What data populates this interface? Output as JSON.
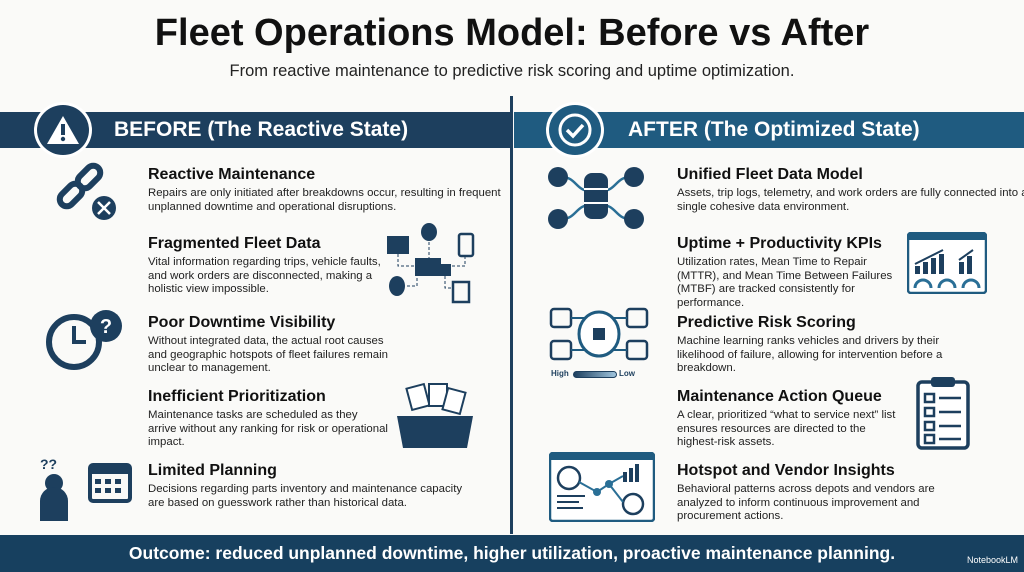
{
  "title": "Fleet Operations Model: Before vs After",
  "subtitle": "From reactive maintenance to predictive risk scoring and uptime optimization.",
  "before": {
    "header": "BEFORE (The Reactive State)",
    "items": [
      {
        "title": "Reactive Maintenance",
        "text": "Repairs are only initiated after breakdowns occur, resulting in frequent unplanned downtime and operational disruptions."
      },
      {
        "title": "Fragmented Fleet Data",
        "text": "Vital information regarding trips, vehicle faults, and work orders are disconnected, making a holistic view impossible."
      },
      {
        "title": "Poor Downtime Visibility",
        "text": "Without integrated data, the actual root causes and geographic hotspots of fleet failures remain unclear to management."
      },
      {
        "title": "Inefficient Prioritization",
        "text": "Maintenance tasks are scheduled as they arrive without any ranking for risk or operational impact."
      },
      {
        "title": "Limited Planning",
        "text": "Decisions regarding parts inventory and maintenance capacity are based on guesswork rather than historical data."
      }
    ]
  },
  "after": {
    "header": "AFTER (The Optimized State)",
    "items": [
      {
        "title": "Unified Fleet Data Model",
        "text": "Assets, trip logs, telemetry, and work orders are fully connected into a single cohesive data environment."
      },
      {
        "title": "Uptime + Productivity KPIs",
        "text": "Utilization rates, Mean Time to Repair (MTTR), and Mean Time Between Failures (MTBF) are tracked consistently for performance."
      },
      {
        "title": "Predictive Risk Scoring",
        "text": "Machine learning ranks vehicles and drivers by their likelihood of failure, allowing for intervention before a breakdown."
      },
      {
        "title": "Maintenance Action Queue",
        "text": "A clear, prioritized “what to service next” list ensures resources are directed to the highest-risk assets."
      },
      {
        "title": "Hotspot and Vendor Insights",
        "text": "Behavioral patterns across depots and vendors are analyzed to inform continuous improvement and procurement actions."
      }
    ]
  },
  "risk_scale": {
    "high": "High",
    "low": "Low"
  },
  "footer": "Outcome: reduced unplanned downtime, higher utilization, proactive maintenance planning.",
  "brand": "NotebookLM",
  "colors": {
    "navy": "#1d3f5e",
    "blue": "#1f5b80",
    "footer": "#17405f"
  }
}
